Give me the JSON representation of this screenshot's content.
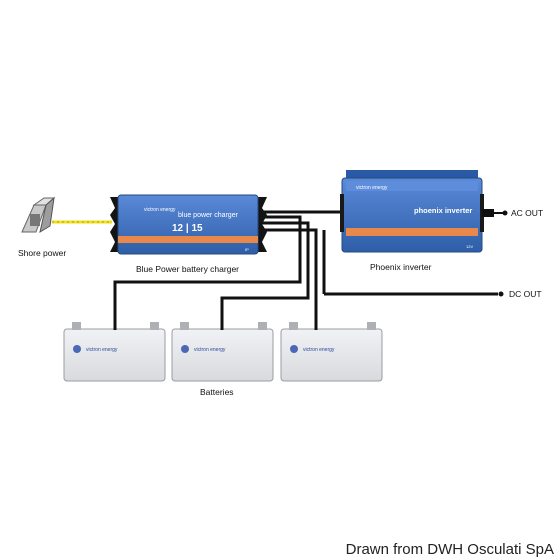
{
  "labels": {
    "shore_power": "Shore power",
    "charger": "Blue Power battery charger",
    "inverter": "Phoenix inverter",
    "ac_out": "AC OUT",
    "dc_out": "DC OUT",
    "batteries": "Batteries"
  },
  "charger_face": {
    "brand": "victron energy",
    "model": "blue power charger",
    "rating": "12 | 15",
    "corner_mark": "IP"
  },
  "inverter_face": {
    "brand": "victron energy",
    "model": "phoenix inverter",
    "corner_mark": "12V"
  },
  "battery_face": {
    "brand": "victron energy"
  },
  "battery_count": 3,
  "credit": "Drawn from DWH Osculati SpA",
  "colors": {
    "device_blue": "#3d6fc2",
    "device_orange_band": "#e8884a",
    "cable": "#111111",
    "shore_cable": "#f2de1c",
    "battery_fill": "#e6e7eb"
  }
}
